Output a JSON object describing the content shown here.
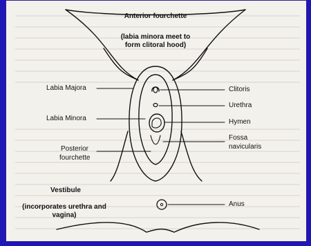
{
  "labels": {
    "anterior_title": "Anterior fourchette",
    "anterior_note_1": "(labia minora meet to",
    "anterior_note_2": "form clitoral hood)",
    "labia_majora": "Labia Majora",
    "labia_minora": "Labia Minora",
    "posterior_1": "Posterior",
    "posterior_2": "fourchette",
    "clitoris": "Clitoris",
    "urethra": "Urethra",
    "hymen": "Hymen",
    "fossa_1": "Fossa",
    "fossa_2": "navicularis",
    "vestibule_title": "Vestibule",
    "vestibule_note_1": "(incorporates urethra and",
    "vestibule_note_2": "vagina)",
    "anus": "Anus"
  },
  "colors": {
    "background": "#1f16b8",
    "paper": "#f3f1ec",
    "ink": "#111111"
  }
}
